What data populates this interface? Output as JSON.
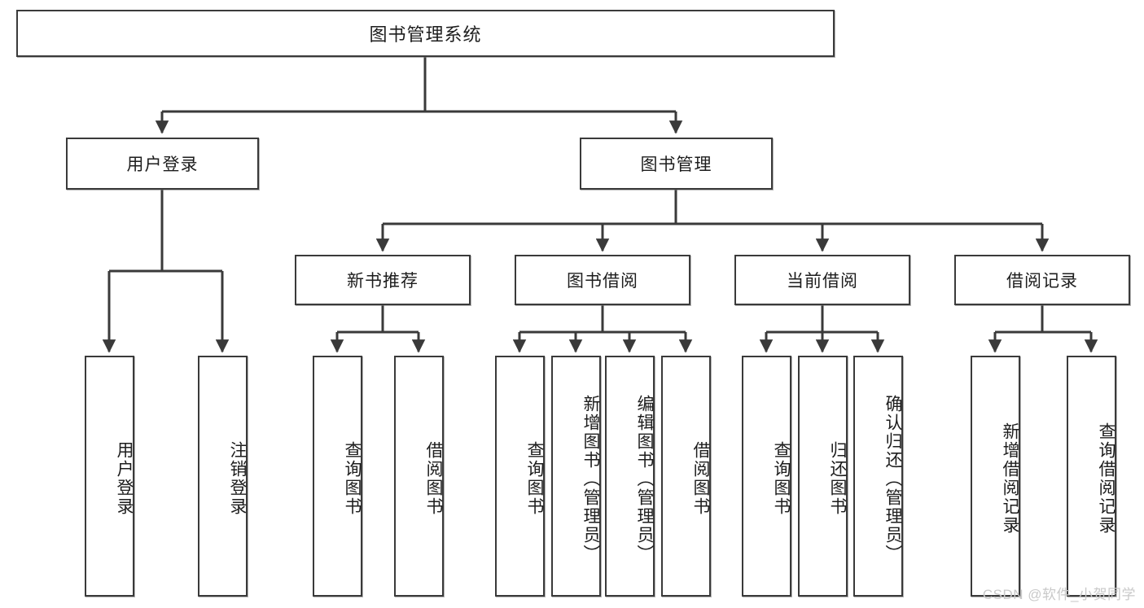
{
  "diagram": {
    "title": "图书管理系统",
    "type": "hierarchy-tree",
    "root": {
      "label": "图书管理系统"
    },
    "level2": [
      {
        "label": "用户登录"
      },
      {
        "label": "图书管理"
      }
    ],
    "level3": [
      {
        "label": "新书推荐"
      },
      {
        "label": "图书借阅"
      },
      {
        "label": "当前借阅"
      },
      {
        "label": "借阅记录"
      }
    ],
    "leaves": {
      "user_login": [
        {
          "label": "用户登录"
        },
        {
          "label": "注销登录"
        }
      ],
      "new_book_recommend": [
        {
          "label": "查询图书"
        },
        {
          "label": "借阅图书"
        }
      ],
      "book_borrow": [
        {
          "label": "查询图书"
        },
        {
          "label": "新增图书（管理员）"
        },
        {
          "label": "编辑图书（管理员）"
        },
        {
          "label": "借阅图书"
        }
      ],
      "current_borrow": [
        {
          "label": "查询图书"
        },
        {
          "label": "归还图书"
        },
        {
          "label": "确认归还（管理员）"
        }
      ],
      "borrow_record": [
        {
          "label": "新增借阅记录"
        },
        {
          "label": "查询借阅记录"
        }
      ]
    }
  },
  "watermark": {
    "text": "CSDN @软件_小贺同学"
  },
  "colors": {
    "border": "#3a3a3a",
    "text": "#1d1d1d",
    "background": "#ffffff",
    "watermark": "#c9c9c9"
  }
}
